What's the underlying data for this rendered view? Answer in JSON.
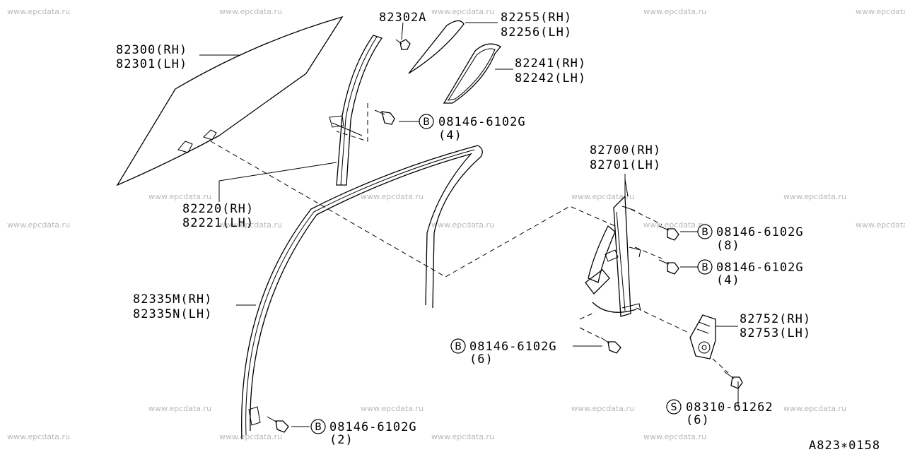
{
  "watermark": "www.epcdata.ru",
  "diagram_code": "A823∗0158",
  "parts": {
    "glass": {
      "rh": "82300(RH)",
      "lh": "82301(LH)"
    },
    "clip": "82302A",
    "partition_glass": {
      "rh": "82255(RH)",
      "lh": "82256(LH)"
    },
    "partition_seal": {
      "rh": "82241(RH)",
      "lh": "82242(LH)"
    },
    "sash": {
      "rh": "82220(RH)",
      "lh": "82221(LH)"
    },
    "weatherstrip": {
      "rh": "82335M(RH)",
      "lh": "82335N(LH)"
    },
    "regulator": {
      "rh": "82700(RH)",
      "lh": "82701(LH)"
    },
    "motor": {
      "rh": "82752(RH)",
      "lh": "82753(LH)"
    }
  },
  "fasteners": [
    {
      "symbol": "B",
      "code": "08146-6102G",
      "qty": "(4)"
    },
    {
      "symbol": "B",
      "code": "08146-6102G",
      "qty": "(8)"
    },
    {
      "symbol": "B",
      "code": "08146-6102G",
      "qty": "(4)"
    },
    {
      "symbol": "B",
      "code": "08146-6102G",
      "qty": "(6)"
    },
    {
      "symbol": "S",
      "code": "08310-61262",
      "qty": "(6)"
    },
    {
      "symbol": "B",
      "code": "08146-6102G",
      "qty": "(2)"
    }
  ]
}
